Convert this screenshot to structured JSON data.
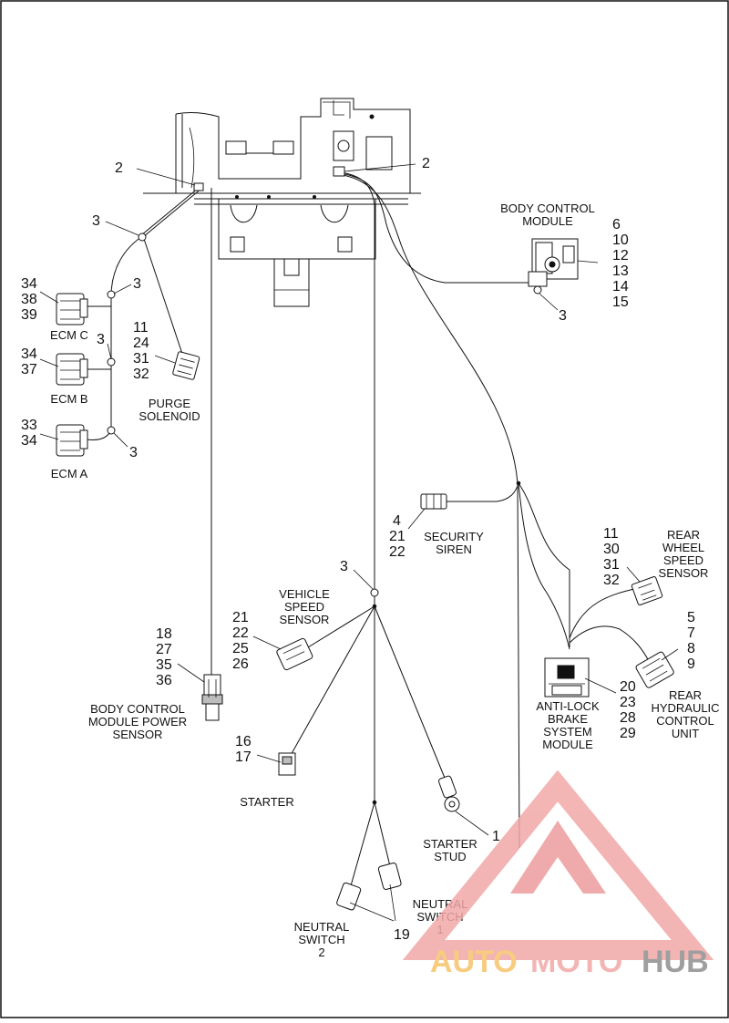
{
  "labels": {
    "body_control_module": [
      "BODY CONTROL",
      "MODULE"
    ],
    "ecm_c": "ECM C",
    "ecm_b": "ECM B",
    "ecm_a": "ECM A",
    "purge_solenoid": [
      "PURGE",
      "SOLENOID"
    ],
    "security_siren": [
      "SECURITY",
      "SIREN"
    ],
    "rear_wheel_speed_sensor": [
      "REAR",
      "WHEEL",
      "SPEED",
      "SENSOR"
    ],
    "vehicle_speed_sensor": [
      "VEHICLE",
      "SPEED",
      "SENSOR"
    ],
    "body_control_module_power_sensor": [
      "BODY CONTROL",
      "MODULE POWER",
      "SENSOR"
    ],
    "anti_lock_brake_system_module": [
      "ANTI-LOCK",
      "BRAKE",
      "SYSTEM",
      "MODULE"
    ],
    "rear_hydraulic_control_unit": [
      "REAR",
      "HYDRAULIC",
      "CONTROL",
      "UNIT"
    ],
    "starter": "STARTER",
    "starter_stud": [
      "STARTER",
      "STUD"
    ],
    "neutral_switch_1": [
      "NEUTRAL",
      "SWITCH",
      "1"
    ],
    "neutral_switch_2": [
      "NEUTRAL",
      "SWITCH",
      "2"
    ]
  },
  "callouts": {
    "frame_clip_left": "2",
    "frame_clip_right": "2",
    "clip_upper_left": "3",
    "clip_ecm_c": "3",
    "clip_ecm_b": "3",
    "clip_ecm_a": "3",
    "clip_bcm": "3",
    "clip_center": "3",
    "body_control_module": [
      "6",
      "10",
      "12",
      "13",
      "14",
      "15"
    ],
    "ecm_c": [
      "34",
      "38",
      "39"
    ],
    "ecm_b": [
      "34",
      "37"
    ],
    "ecm_a": [
      "33",
      "34"
    ],
    "purge_solenoid": [
      "11",
      "24",
      "31",
      "32"
    ],
    "security_siren": [
      "4",
      "21",
      "22"
    ],
    "rear_wheel_speed_sensor": [
      "11",
      "30",
      "31",
      "32"
    ],
    "vehicle_speed_sensor": [
      "21",
      "22",
      "25",
      "26"
    ],
    "body_control_module_power_sensor": [
      "18",
      "27",
      "35",
      "36"
    ],
    "anti_lock_brake_system_module": [
      "20",
      "23",
      "28",
      "29"
    ],
    "rear_hydraulic_control_unit": [
      "5",
      "7",
      "8",
      "9"
    ],
    "starter": [
      "16",
      "17"
    ],
    "starter_stud": "1",
    "neutral_switches": "19"
  },
  "watermark": {
    "auto": "AUTO",
    "moto": "MOTO",
    "hub": "HUB",
    "colors": {
      "accent": "#f2a8a8",
      "logo": "#e57373",
      "hub": "#8f8f8f",
      "auto": "#f6c36b"
    }
  }
}
